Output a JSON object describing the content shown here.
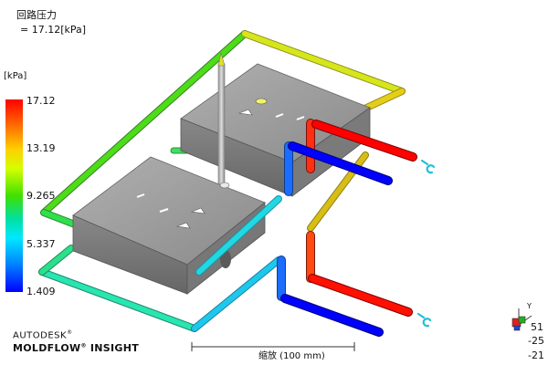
{
  "result": {
    "name": "回路压力",
    "value_line": "= 17.12[kPa]"
  },
  "legend": {
    "unit": "[kPa]",
    "ticks": [
      "17.12",
      "13.19",
      "9.265",
      "5.337",
      "1.409"
    ],
    "max": 17.12,
    "min": 1.409,
    "colors": {
      "max": "#ff0000",
      "high": "#ffd000",
      "mid": "#40e000",
      "low": "#00e8ff",
      "min": "#0000ff"
    }
  },
  "brand": {
    "line1": "AUTODESK",
    "registered": "®",
    "line2": "MOLDFLOW",
    "line2_suffix": "INSIGHT"
  },
  "scale": {
    "label": "缩放 (100 mm)"
  },
  "triad": {
    "y_axis_letter": "Y",
    "readouts": [
      "51",
      "-25",
      "-21"
    ]
  },
  "icons": {
    "coolant_inlet": "c-clip-icon",
    "view_triad": "axis-triad-icon"
  }
}
